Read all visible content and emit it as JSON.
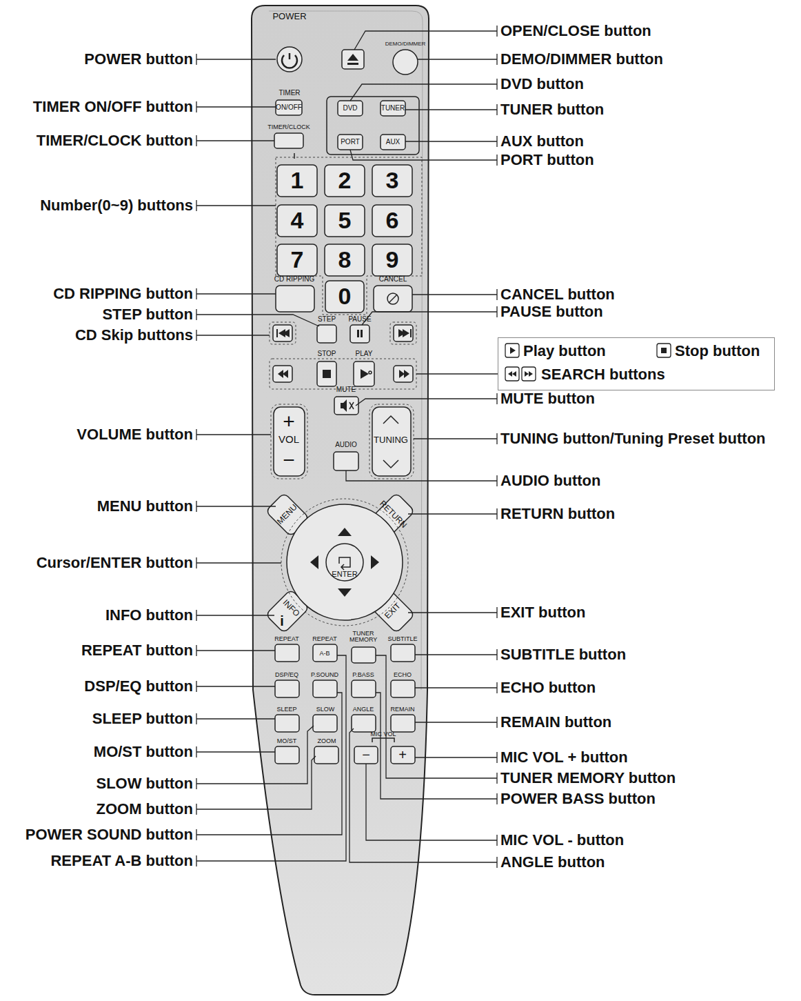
{
  "diagram": {
    "nodes": [
      {
        "text": [
          "Play button",
          "Stop button",
          "SEARCH buttons"
        ]
      }
    ],
    "labels": [
      "POWER button",
      "TIMER ON/OFF button",
      "TIMER/CLOCK button",
      "Number(0~9) buttons",
      "CD RIPPING button",
      "STEP button",
      "CD Skip buttons",
      "VOLUME button",
      "MENU button",
      "Cursor/ENTER button",
      "INFO button",
      "REPEAT button",
      "DSP/EQ button",
      "SLEEP button",
      "MO/ST button",
      "SLOW button",
      "ZOOM button",
      "POWER SOUND button",
      "REPEAT A-B button",
      "OPEN/CLOSE button",
      "DEMO/DIMMER button",
      "DVD button",
      "TUNER button",
      "AUX button",
      "PORT button",
      "CANCEL button",
      "PAUSE button",
      "MUTE button",
      "TUNING button/Tuning Preset button",
      "AUDIO button",
      "RETURN button",
      "EXIT button",
      "SUBTITLE button",
      "ECHO button",
      "REMAIN button",
      "MIC VOL + button",
      "TUNER MEMORY button",
      "POWER BASS button",
      "MIC VOL - button",
      "ANGLE button",
      "POWER",
      "DEMO/DIMMER",
      "TIMER",
      "ON/OFF",
      "DVD",
      "TUNER",
      "TIMER/CLOCK",
      "PORT",
      "AUX",
      "1",
      "2",
      "3",
      "4",
      "5",
      "6",
      "7",
      "8",
      "9",
      "0",
      "CD RIPPING",
      "CANCEL",
      "STEP",
      "PAUSE",
      "STOP",
      "PLAY",
      "MUTE",
      "+",
      "VOL",
      "−",
      "TUNING",
      "AUDIO",
      "MENU",
      "RETURN",
      "ENTER",
      "INFO",
      "i",
      "EXIT",
      "REPEAT",
      "REPEAT",
      "A-B",
      "TUNER MEMORY",
      "SUBTITLE",
      "DSP/EQ",
      "P.SOUND",
      "P.BASS",
      "ECHO",
      "SLEEP",
      "SLOW",
      "ANGLE",
      "REMAIN",
      "MO/ST",
      "ZOOM",
      "MIC VOL",
      "−",
      "+"
    ]
  }
}
